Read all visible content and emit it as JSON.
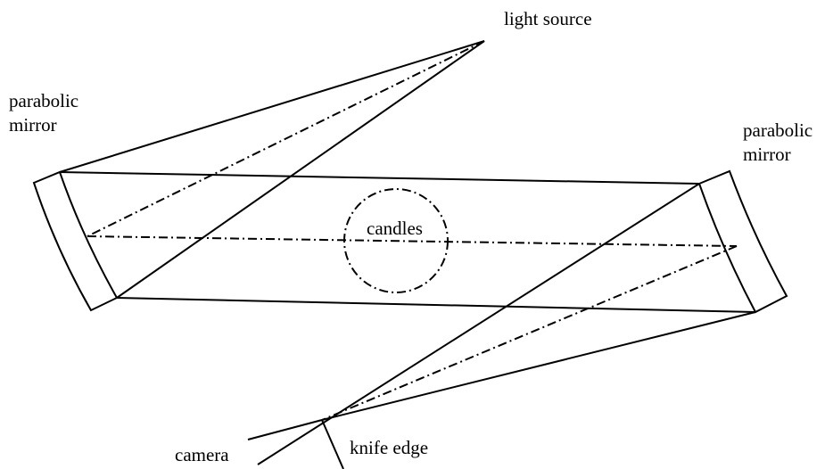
{
  "labels": {
    "light_source": "light source",
    "mirror_left_line1": "parabolic",
    "mirror_left_line2": "mirror",
    "mirror_right_line1": "parabolic",
    "mirror_right_line2": "mirror",
    "candles": "candles",
    "camera": "camera",
    "knife_edge": "knife edge"
  }
}
